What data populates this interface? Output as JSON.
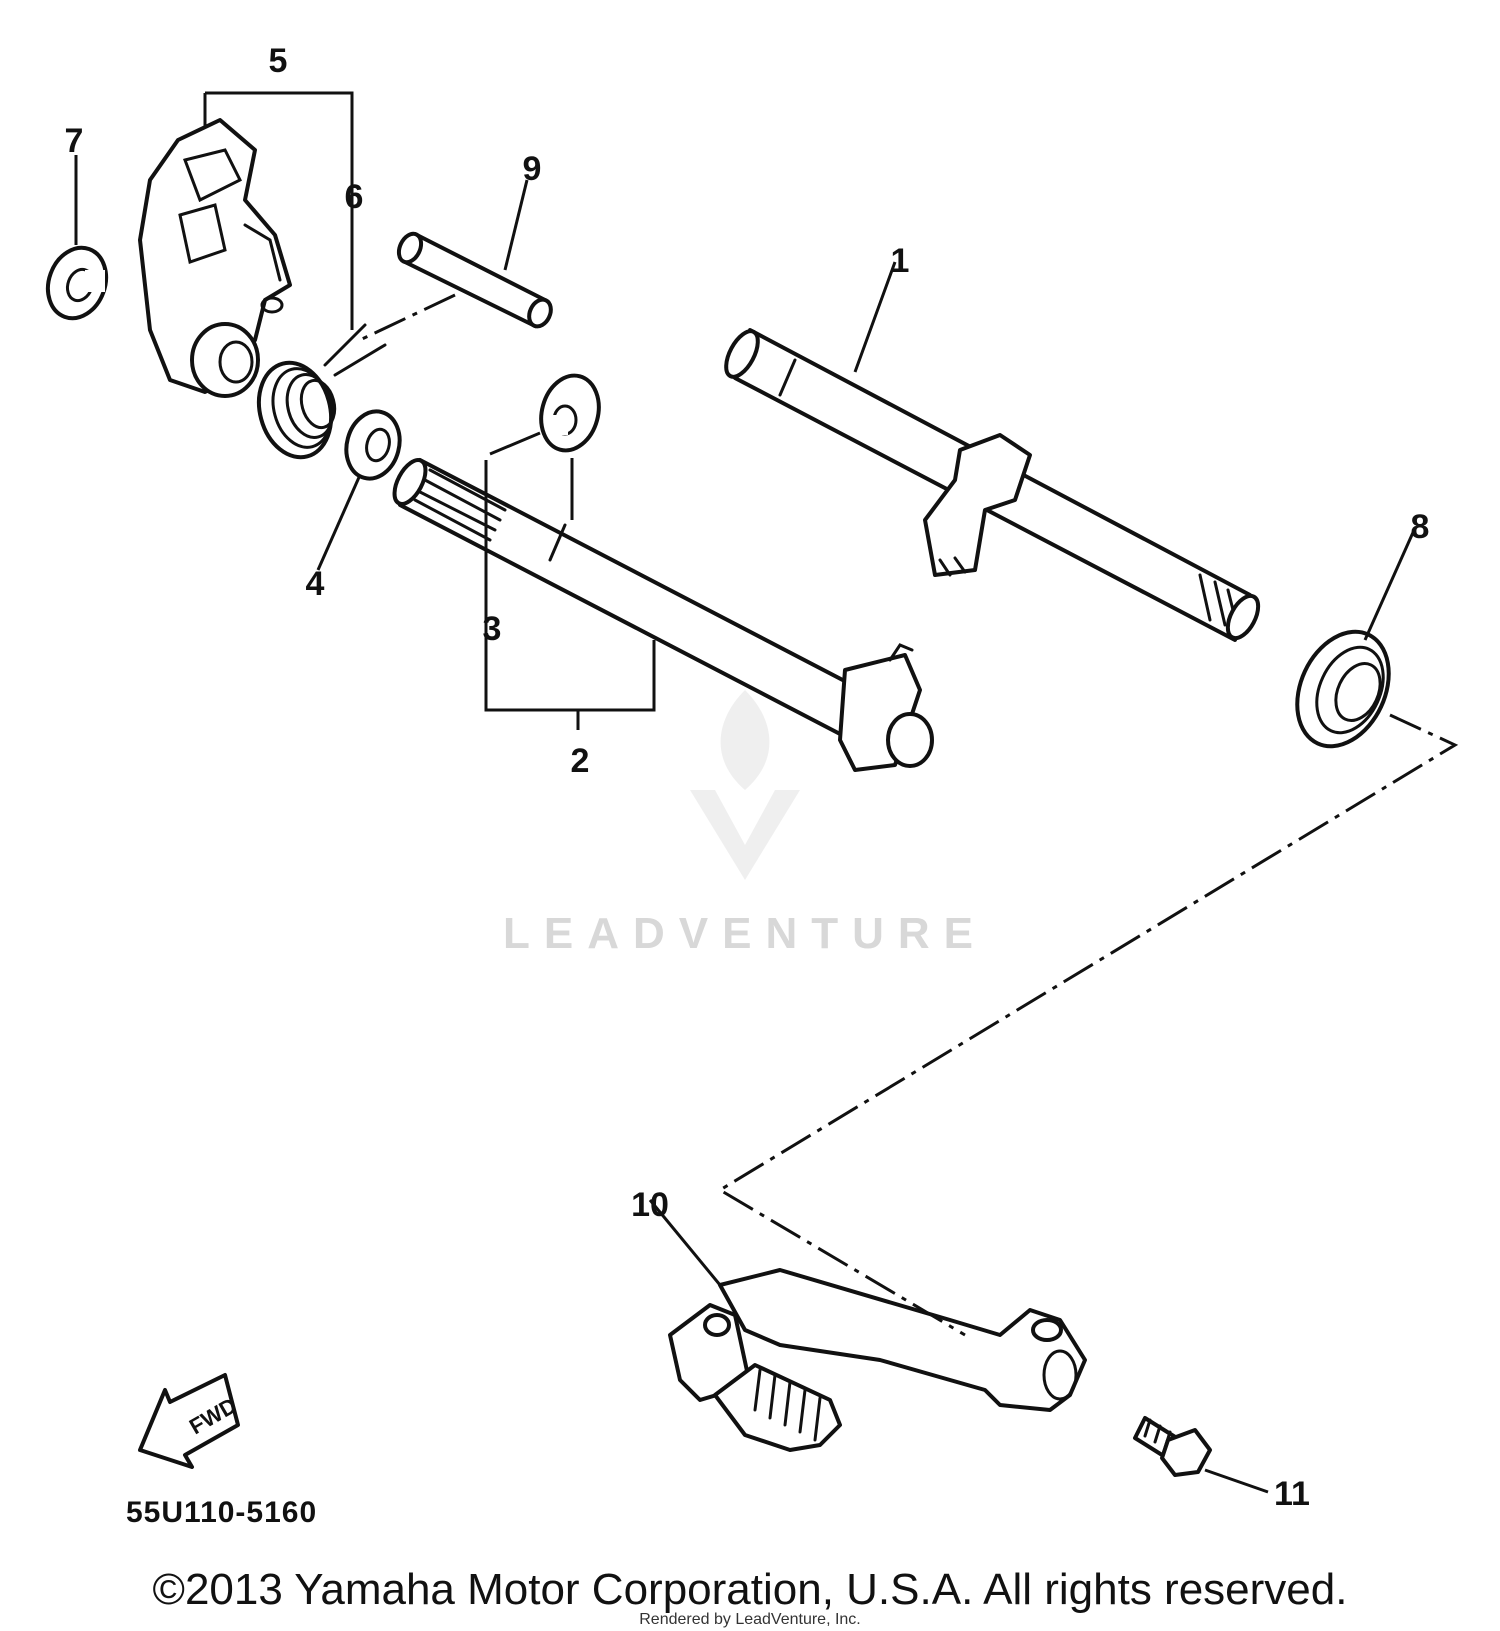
{
  "callouts": [
    "1",
    "2",
    "3",
    "4",
    "5",
    "6",
    "7",
    "8",
    "9",
    "10",
    "11"
  ],
  "fwd_label": "FWD",
  "diagram_code": "55U110-5160",
  "watermark": "LEADVENTURE",
  "copyright": "©2013 Yamaha Motor Corporation, U.S.A. All rights reserved.",
  "rendered_by": "Rendered by LeadVenture, Inc."
}
